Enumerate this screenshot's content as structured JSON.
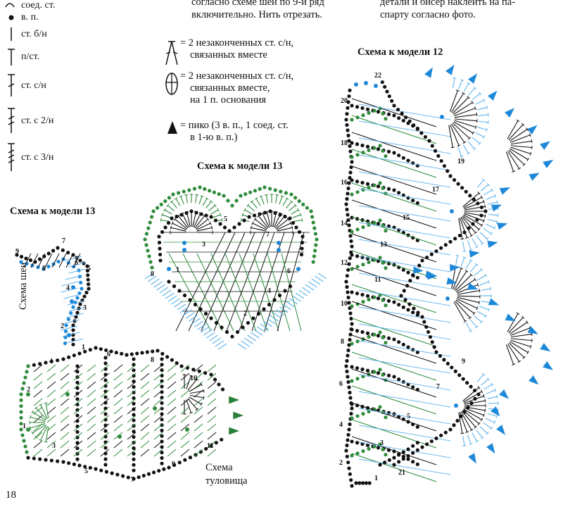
{
  "top_text": {
    "mid_line1": "согласно схеме шеи по 9-й ряд",
    "mid_line2": "включительно. Нить отрезать.",
    "right_line1": "детали и бисер наклеить на па-",
    "right_line2": "спарту согласно фото."
  },
  "legend_left": [
    {
      "icon": "slip-stitch-icon",
      "text": "соед. ст."
    },
    {
      "icon": "chain-stitch-icon",
      "text": "в. п."
    },
    {
      "icon": "single-crochet-icon",
      "text": "ст. б/н"
    },
    {
      "icon": "half-double-crochet-icon",
      "text": "п/ст."
    },
    {
      "icon": "double-crochet-icon",
      "text": "ст. с/н"
    },
    {
      "icon": "treble-crochet-icon",
      "text": "ст. с 2/н"
    },
    {
      "icon": "double-treble-crochet-icon",
      "text": "ст. с 3/н"
    }
  ],
  "legend_mid": [
    {
      "icon": "dc2tog-icon",
      "lines": [
        "= 2 незаконченных ст. с/н,",
        "связанных вместе"
      ]
    },
    {
      "icon": "cluster-icon",
      "lines": [
        "= 2 незаконченных ст. с/н,",
        "связанных вместе,",
        "на 1 п. основания"
      ]
    },
    {
      "icon": "picot-icon",
      "lines": [
        "= пико (3 в. п., 1 соед. ст.",
        "в 1-ю в. п.)"
      ]
    }
  ],
  "titles": {
    "model12": "Схема к модели 12",
    "model13_heart": "Схема к модели 13",
    "model13_swan": "Схема к модели 13"
  },
  "labels": {
    "neck": "Схема шеи",
    "body_line1": "Схема",
    "body_line2": "туловища",
    "page_number": "18"
  },
  "row_numbers": {
    "model12": [
      "1",
      "2",
      "3",
      "4",
      "5",
      "6",
      "7",
      "8",
      "9",
      "10",
      "11",
      "12",
      "13",
      "14",
      "15",
      "16",
      "17",
      "18",
      "19",
      "20",
      "21",
      "22"
    ],
    "heart": [
      "1",
      "2",
      "3",
      "4",
      "5",
      "6",
      "7",
      "8"
    ],
    "neck": [
      "1",
      "2",
      "3",
      "4",
      "5",
      "6",
      "7",
      "8",
      "9"
    ],
    "body": [
      "1",
      "2",
      "3",
      "4",
      "5",
      "6",
      "7",
      "8",
      "9",
      "10",
      "11"
    ]
  },
  "colors": {
    "black": "#111111",
    "green": "#2e8b3a",
    "light_green": "#8cc48c",
    "blue": "#1e88d8",
    "light_blue": "#5fb4ec"
  }
}
